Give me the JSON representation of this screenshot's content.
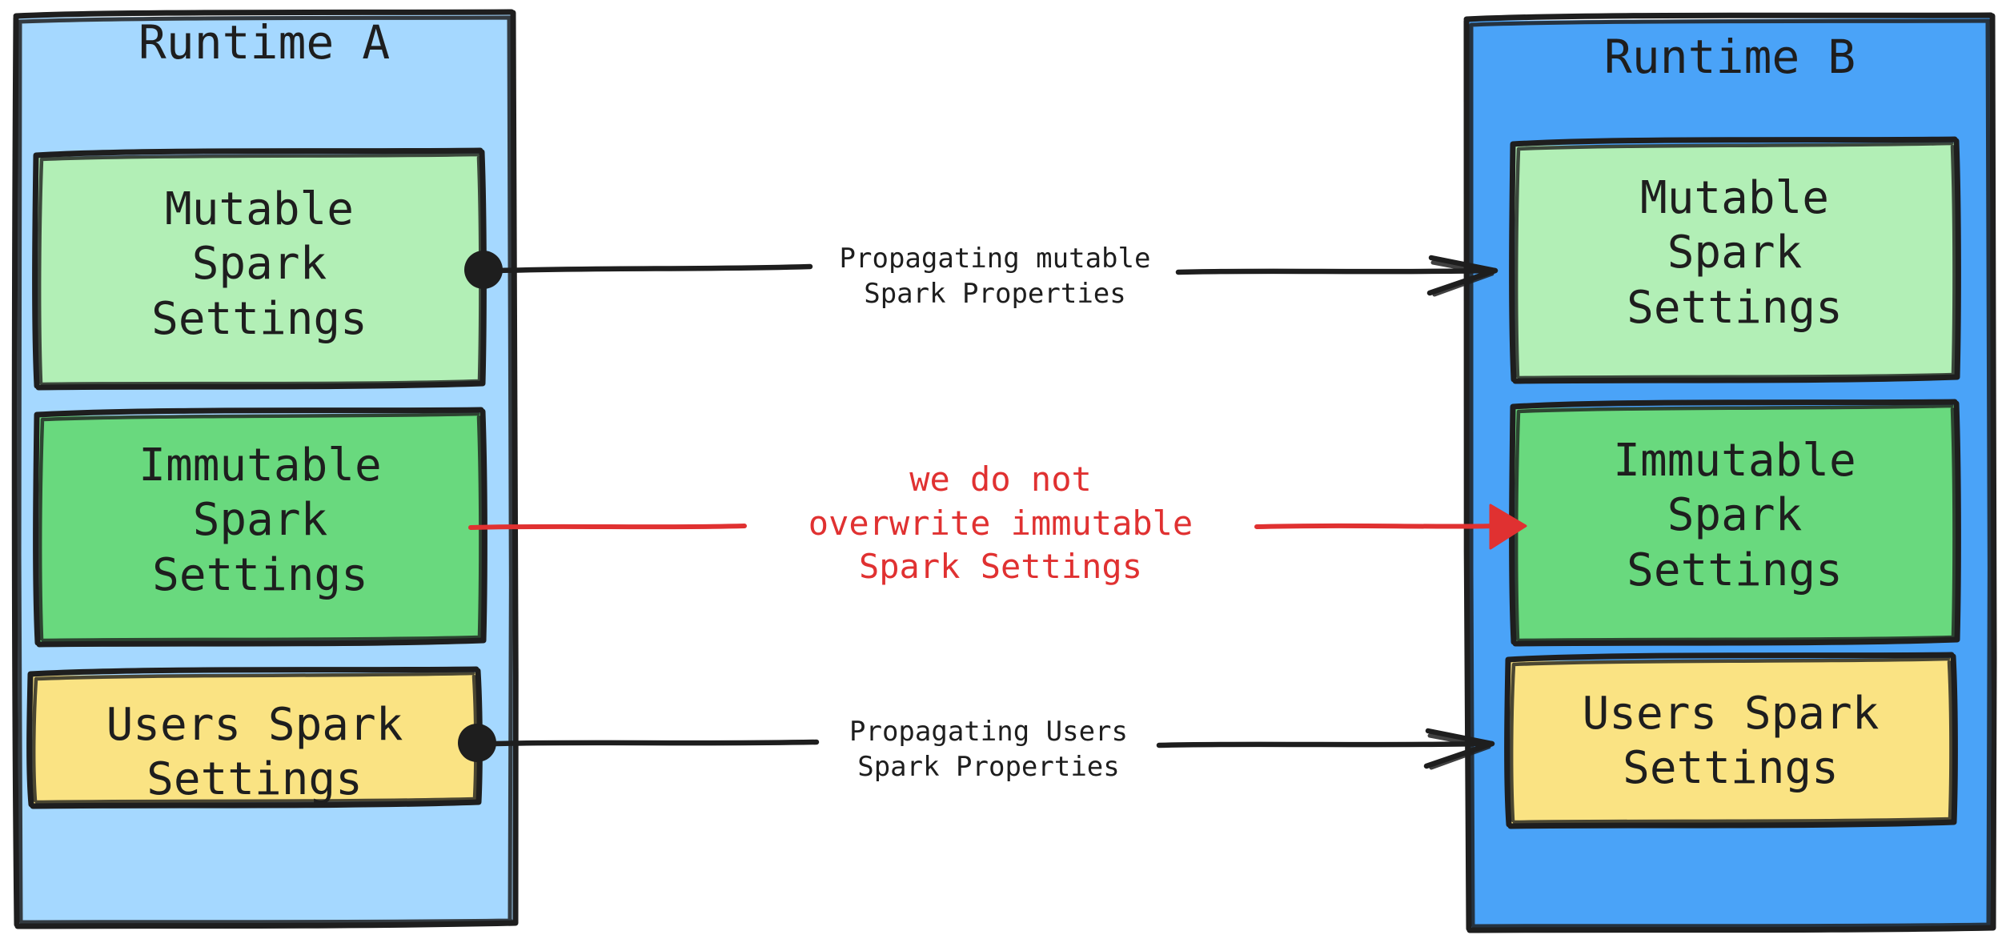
{
  "diagram": {
    "type": "flow-diagram",
    "style": "hand-drawn",
    "background": "#ffffff",
    "colors": {
      "runtime_a_fill": "#a5d8ff",
      "runtime_b_fill": "#4aa3f8",
      "mutable_fill": "#b2efb6",
      "immutable_fill": "#69d97e",
      "users_fill": "#fae383",
      "stroke": "#1e1e1e",
      "accent_red": "#e03131"
    }
  },
  "containers": [
    {
      "id": "runtime-a",
      "title": "Runtime A",
      "fill": "#a5d8ff",
      "boxes": [
        {
          "id": "a-mutable",
          "label": "Mutable\nSpark\nSettings",
          "fill": "#b2efb6"
        },
        {
          "id": "a-immutable",
          "label": "Immutable\nSpark\nSettings",
          "fill": "#69d97e"
        },
        {
          "id": "a-users",
          "label": "Users Spark\nSettings",
          "fill": "#fae383"
        }
      ]
    },
    {
      "id": "runtime-b",
      "title": "Runtime B",
      "fill": "#4aa3f8",
      "boxes": [
        {
          "id": "b-mutable",
          "label": "Mutable\nSpark\nSettings",
          "fill": "#b2efb6"
        },
        {
          "id": "b-immutable",
          "label": "Immutable\nSpark\nSettings",
          "fill": "#69d97e"
        },
        {
          "id": "b-users",
          "label": "Users Spark\nSettings",
          "fill": "#fae383"
        }
      ]
    }
  ],
  "connectors": [
    {
      "id": "edge-mutable",
      "label": "Propagating mutable\nSpark Properties",
      "color": "#1e1e1e",
      "start_marker": "dot",
      "end_marker": "arrow",
      "from": "a-mutable",
      "to": "b-mutable"
    },
    {
      "id": "edge-immutable",
      "label": "we do not\noverwrite immutable\nSpark Settings",
      "color": "#e03131",
      "start_marker": "none",
      "end_marker": "triangle",
      "from": "a-immutable",
      "to": "b-immutable"
    },
    {
      "id": "edge-users",
      "label": "Propagating Users\nSpark Properties",
      "color": "#1e1e1e",
      "start_marker": "dot",
      "end_marker": "arrow",
      "from": "a-users",
      "to": "b-users"
    }
  ]
}
